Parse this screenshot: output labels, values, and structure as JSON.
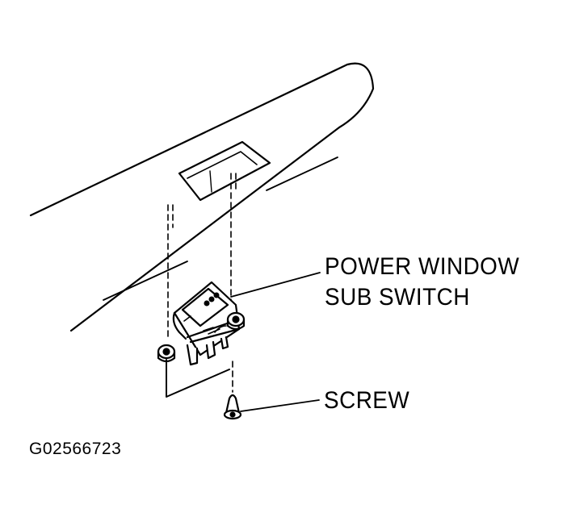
{
  "diagram": {
    "labels": {
      "switch_line1": "POWER WINDOW",
      "switch_line2": "SUB SWITCH",
      "screw": "SCREW"
    },
    "figure_id": "G02566723",
    "colors": {
      "ink": "#000000",
      "paper": "#ffffff"
    }
  }
}
